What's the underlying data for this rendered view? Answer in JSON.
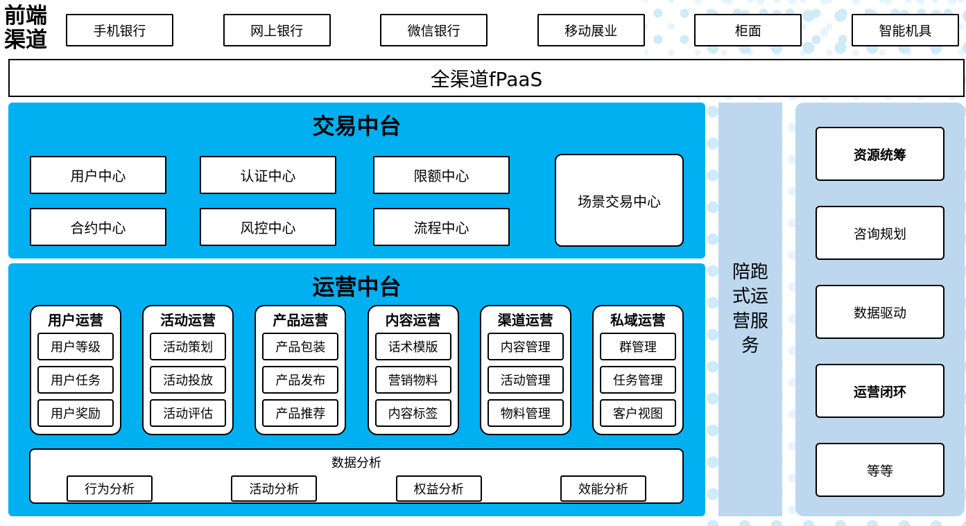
{
  "front_channel": {
    "label": "前端渠道",
    "channels": [
      "手机银行",
      "网上银行",
      "微信银行",
      "移动展业",
      "柜面",
      "智能机具"
    ]
  },
  "fpaas_label": "全渠道fPaaS",
  "trade": {
    "title": "交易中台",
    "centers": [
      "用户中心",
      "认证中心",
      "限额中心",
      "合约中心",
      "风控中心",
      "流程中心"
    ],
    "scene_center": "场景交易中心"
  },
  "ops": {
    "title": "运营中台",
    "columns": [
      {
        "header": "用户运营",
        "items": [
          "用户等级",
          "用户任务",
          "用户奖励"
        ]
      },
      {
        "header": "活动运营",
        "items": [
          "活动策划",
          "活动投放",
          "活动评估"
        ]
      },
      {
        "header": "产品运营",
        "items": [
          "产品包装",
          "产品发布",
          "产品推荐"
        ]
      },
      {
        "header": "内容运营",
        "items": [
          "话术模版",
          "营销物料",
          "内容标签"
        ]
      },
      {
        "header": "渠道运营",
        "items": [
          "内容管理",
          "活动管理",
          "物料管理"
        ]
      },
      {
        "header": "私域运营",
        "items": [
          "群管理",
          "任务管理",
          "客户视图"
        ]
      }
    ],
    "analysis": {
      "title": "数据分析",
      "items": [
        "行为分析",
        "活动分析",
        "权益分析",
        "效能分析"
      ]
    }
  },
  "companion": {
    "label": "陪跑式运营服务"
  },
  "services": {
    "items": [
      "资源统筹",
      "咨询规划",
      "数据驱动",
      "运营闭环",
      "等等"
    ]
  },
  "colors": {
    "platform_blue": "#00B0F0",
    "panel_blue": "#BDD7EE",
    "dot_blue": "#CFEAF8"
  }
}
